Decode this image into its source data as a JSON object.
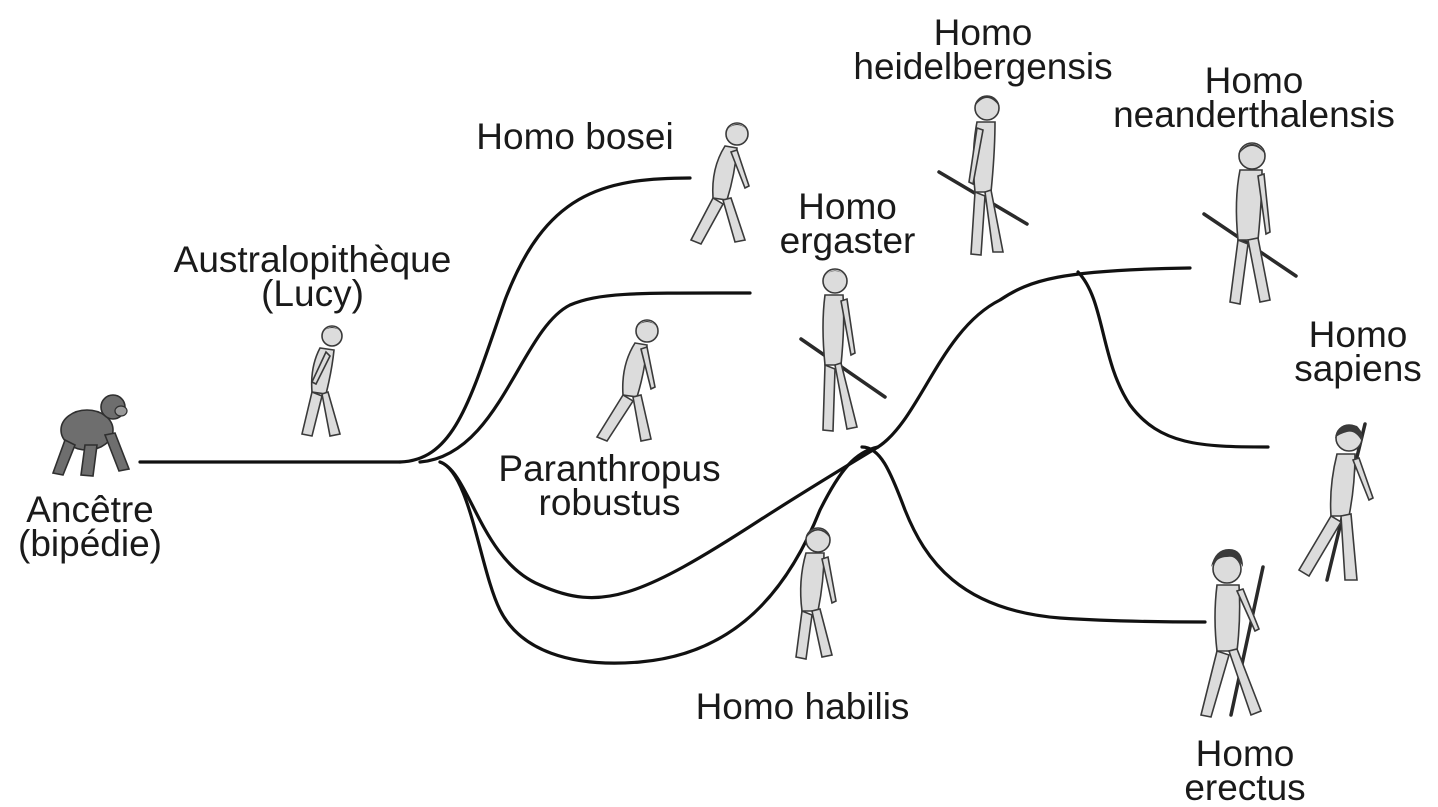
{
  "diagram": {
    "nodes": [
      {
        "id": "ancetre",
        "lines": [
          "Ancêtre",
          "(bipédie)"
        ],
        "figure": "chimpanzee-figure"
      },
      {
        "id": "australopitheque",
        "lines": [
          "Australopithèque",
          "(Lucy)"
        ],
        "figure": "hominid-figure"
      },
      {
        "id": "bosei",
        "lines": [
          "Homo bosei"
        ],
        "figure": "hominid-figure"
      },
      {
        "id": "paranthropus",
        "lines": [
          "Paranthropus",
          "robustus"
        ],
        "figure": "hominid-figure"
      },
      {
        "id": "ergaster",
        "lines": [
          "Homo",
          "ergaster"
        ],
        "figure": "spear-hominid-figure"
      },
      {
        "id": "heidelbergensis",
        "lines": [
          "Homo",
          "heidelbergensis"
        ],
        "figure": "spear-hominid-figure"
      },
      {
        "id": "neanderthalensis",
        "lines": [
          "Homo",
          "neanderthalensis"
        ],
        "figure": "spear-hominid-figure"
      },
      {
        "id": "sapiens",
        "lines": [
          "Homo",
          "sapiens"
        ],
        "figure": "spear-human-figure"
      },
      {
        "id": "habilis",
        "lines": [
          "Homo habilis"
        ],
        "figure": "hominid-figure"
      },
      {
        "id": "erectus",
        "lines": [
          "Homo",
          "erectus"
        ],
        "figure": "spear-human-figure"
      }
    ],
    "edges": [
      {
        "from": "ancetre",
        "to": "bosei"
      },
      {
        "from": "ancetre",
        "to": "paranthropus"
      },
      {
        "from": "ancetre",
        "to": "ergaster"
      },
      {
        "from": "ancetre",
        "to": "habilis"
      },
      {
        "from": "ergaster",
        "to": "neanderthalensis"
      },
      {
        "from": "ergaster",
        "to": "sapiens"
      },
      {
        "from": "ergaster",
        "to": "erectus"
      }
    ],
    "colors": {
      "line": "#111111",
      "text": "#1a1a1a",
      "figure": "#dcdcdc",
      "figure_outline": "#3a3a3a"
    }
  }
}
